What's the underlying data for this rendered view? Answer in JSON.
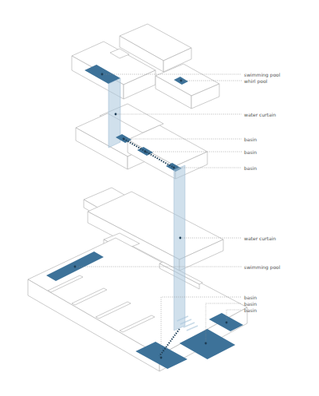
{
  "diagram": {
    "labels": [
      "swimming pool",
      "whirl pool",
      "water curtain",
      "basin",
      "basin",
      "basin",
      "water curtain",
      "swimming pool",
      "basin",
      "basin",
      "basin"
    ]
  }
}
